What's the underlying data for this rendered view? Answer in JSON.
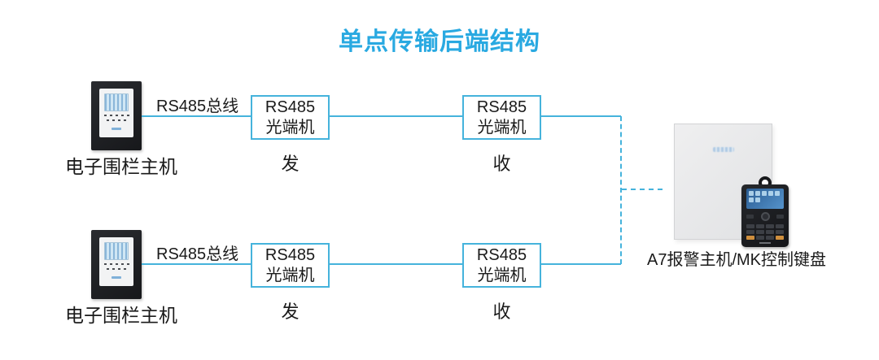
{
  "title": "单点传输后端结构",
  "colors": {
    "accent_title": "#29a9e1",
    "line_cyan": "#45b3dc",
    "text": "#1a1a1a",
    "panel_gray": "#e6e7e9",
    "keypad_orange": "#cf8f3e"
  },
  "rows": [
    {
      "device_label": "电子围栏主机",
      "bus_label": "RS485总线",
      "tx": {
        "line1": "RS485",
        "line2": "光端机",
        "mode": "发"
      },
      "rx": {
        "line1": "RS485",
        "line2": "光端机",
        "mode": "收"
      }
    },
    {
      "device_label": "电子围栏主机",
      "bus_label": "RS485总线",
      "tx": {
        "line1": "RS485",
        "line2": "光端机",
        "mode": "发"
      },
      "rx": {
        "line1": "RS485",
        "line2": "光端机",
        "mode": "收"
      }
    }
  ],
  "right_device": {
    "label": "A7报警主机/MK控制键盘"
  }
}
